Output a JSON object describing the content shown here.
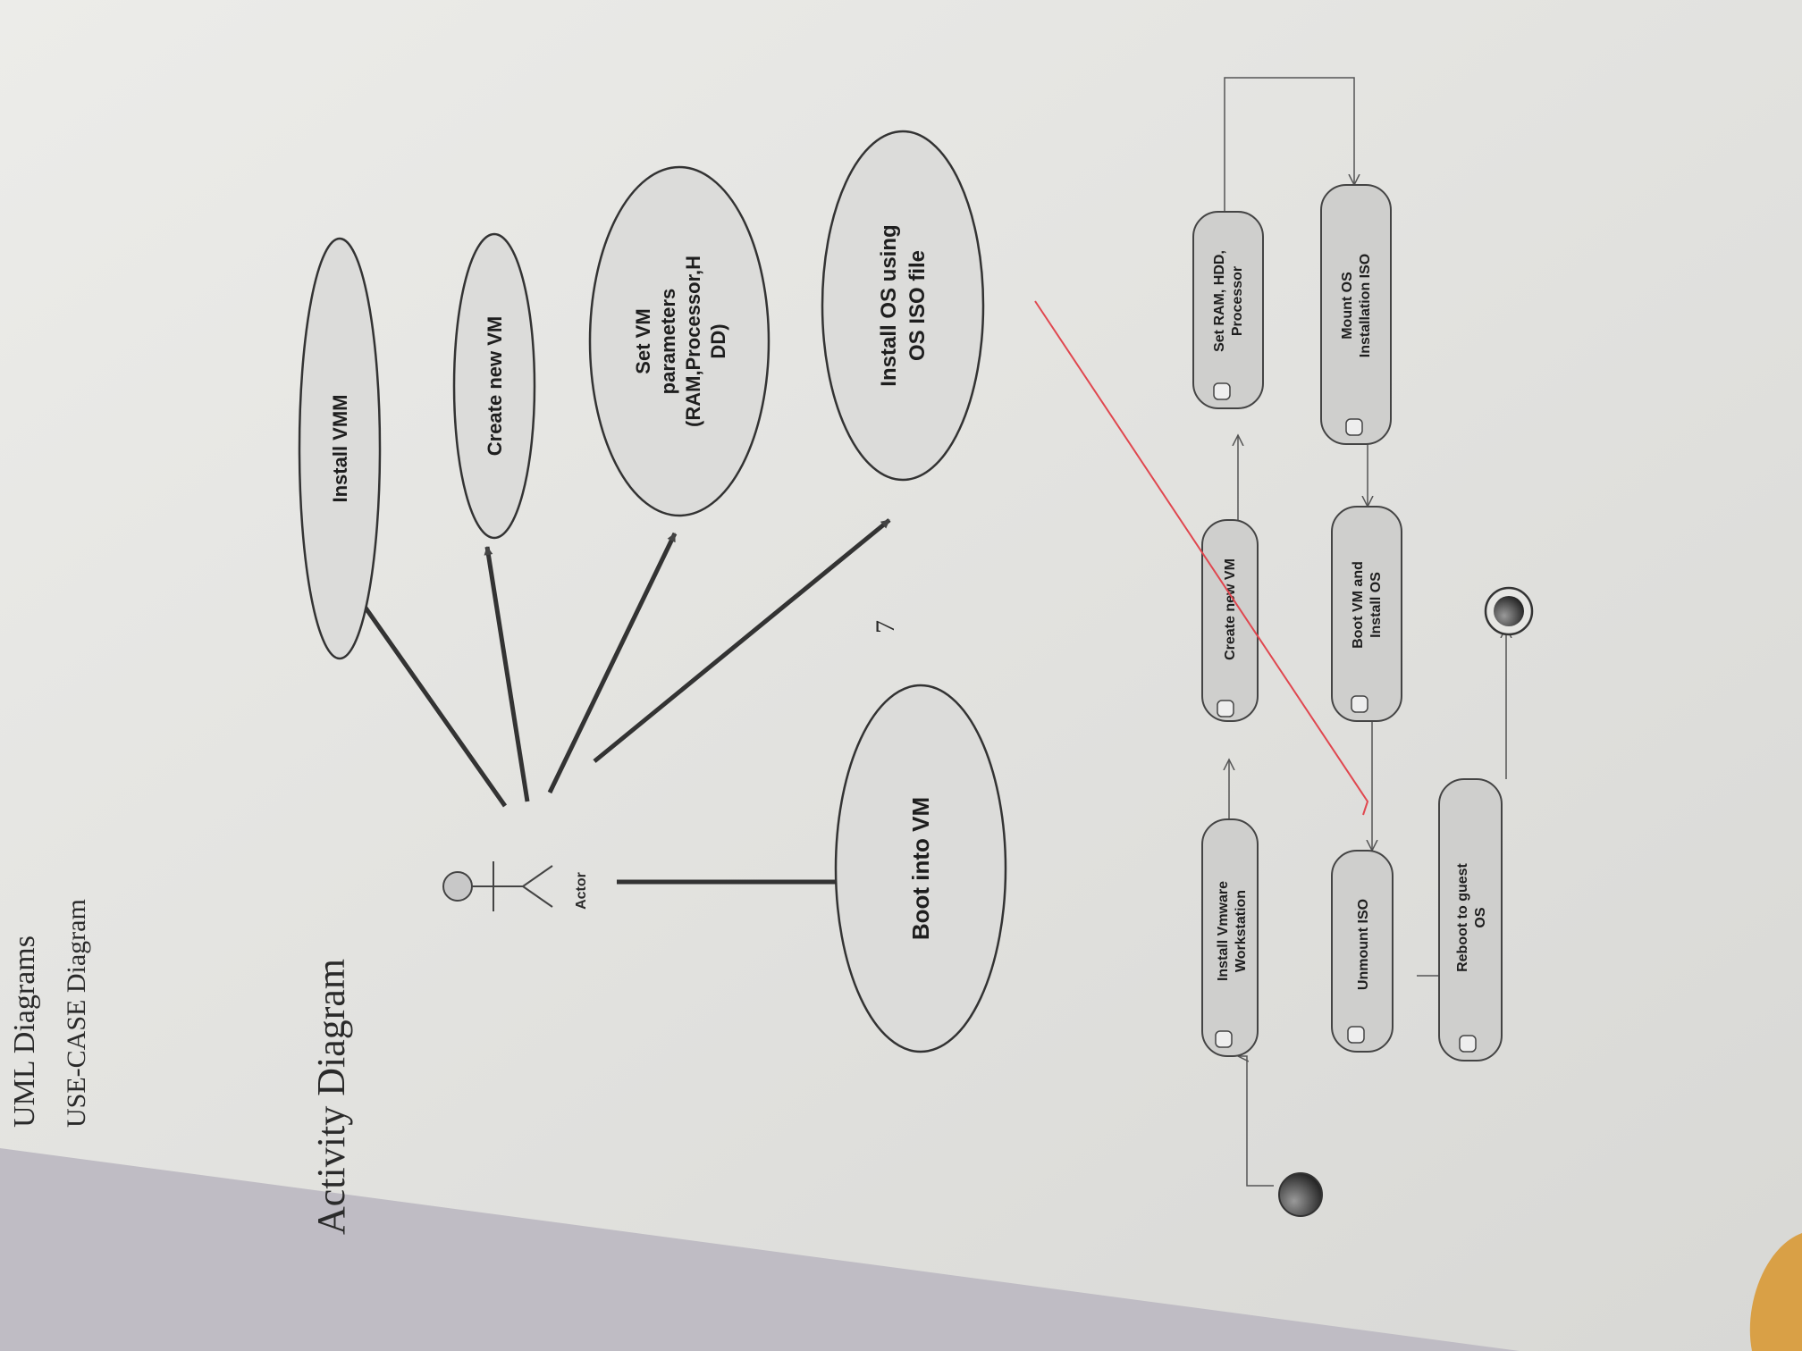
{
  "page": {
    "heading": "UML Diagrams",
    "subheading": "USE-CASE Diagram",
    "activity_heading": "Activity Diagram",
    "page_number": "7"
  },
  "use_case": {
    "actor_label": "Actor",
    "cases": [
      [
        "Install VMM"
      ],
      [
        "Create new VM"
      ],
      [
        "Set VM",
        "parameters",
        "(RAM,Processor,H",
        "DD)"
      ],
      [
        "Install OS using",
        "OS ISO file"
      ],
      [
        "Boot into VM"
      ]
    ]
  },
  "activity": {
    "nodes": [
      [
        "Install Vmware",
        "Workstation"
      ],
      [
        "Create new VM"
      ],
      [
        "Set RAM, HDD,",
        "Processor"
      ],
      [
        "Mount OS",
        "Installation ISO"
      ],
      [
        "Boot VM and",
        "Install OS"
      ],
      [
        "Unmount ISO"
      ],
      [
        "Reboot to guest",
        "OS"
      ]
    ]
  },
  "colors": {
    "paper": "#e6e6e3",
    "ellipse_fill": "#dcdcda",
    "node_fill": "#cfcfcd",
    "ink": "#2a2a2a",
    "pen_mark": "#e0474f",
    "background": "#bfbcc4"
  }
}
